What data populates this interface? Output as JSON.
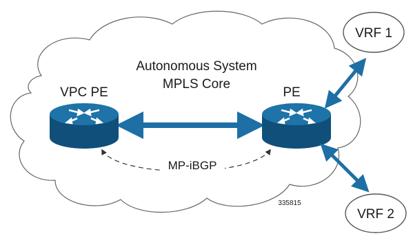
{
  "diagram": {
    "cloud_title_line1": "Autonomous System",
    "cloud_title_line2": "MPLS Core",
    "left_router_label": "VPC PE",
    "right_router_label": "PE",
    "session_label": "MP-iBGP",
    "vrf_top_label": "VRF 1",
    "vrf_bottom_label": "VRF 2",
    "figure_id": "335815"
  },
  "colors": {
    "router_blue": "#1e73a8",
    "router_dark": "#0f4f7a",
    "arrow_blue": "#1d6fa5",
    "outline": "#555555"
  },
  "icons": {
    "router": "router-icon",
    "double_arrow": "bidirectional-arrow"
  }
}
